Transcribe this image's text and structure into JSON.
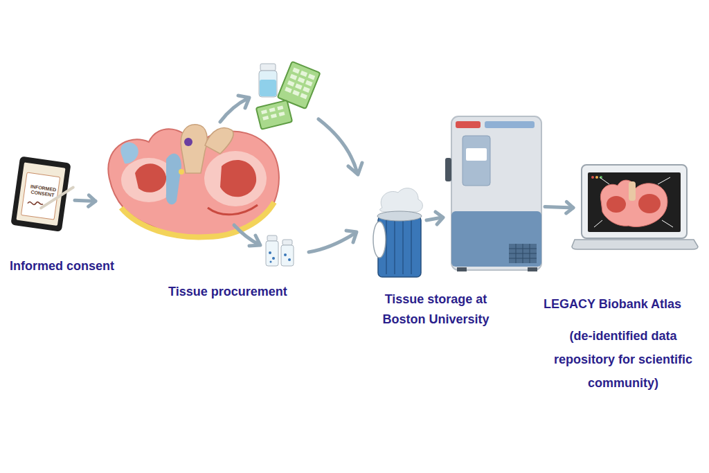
{
  "diagram": {
    "nodes": [
      {
        "text": [
          "Informed consent"
        ]
      },
      {
        "text": [
          "Tissue procurement"
        ]
      },
      {
        "text": [
          "Tissue storage at Boston University"
        ]
      },
      {
        "text": [
          "LEGACY Biobank Atlas",
          "(de-identified data repository for scientific community)"
        ]
      }
    ],
    "edges": [
      {
        "from": 0,
        "to": 1,
        "arrow": "to"
      },
      {
        "from": 2,
        "to": 3,
        "arrow": "to"
      }
    ],
    "labels": [
      "INFORMED CONSENT"
    ]
  }
}
